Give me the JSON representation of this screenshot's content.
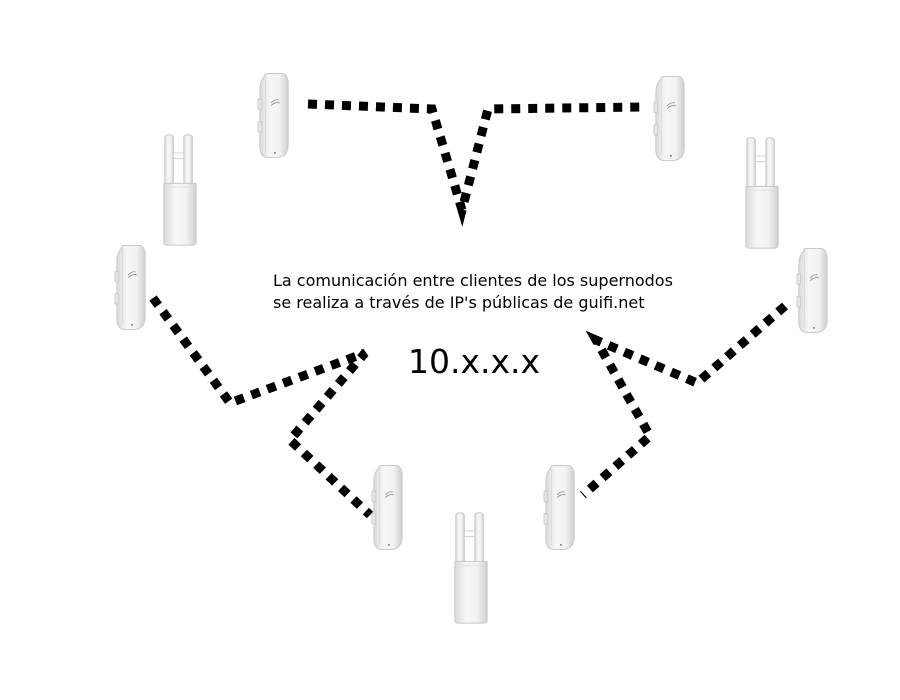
{
  "caption": {
    "line1": "La comunicación entre clientes de los supernodos",
    "line2": "se realiza a través de IP's públicas de guifi.net"
  },
  "ip_range": "10.x.x.x",
  "colors": {
    "link": "#000000",
    "device_body": "#f2f2f2",
    "device_outline": "#c8c8c8"
  },
  "devices": {
    "supernodes": [
      "router-icon",
      "router-icon",
      "router-icon"
    ],
    "clients": [
      "antenna-icon",
      "antenna-icon",
      "antenna-icon",
      "antenna-icon",
      "antenna-icon",
      "antenna-icon"
    ]
  }
}
